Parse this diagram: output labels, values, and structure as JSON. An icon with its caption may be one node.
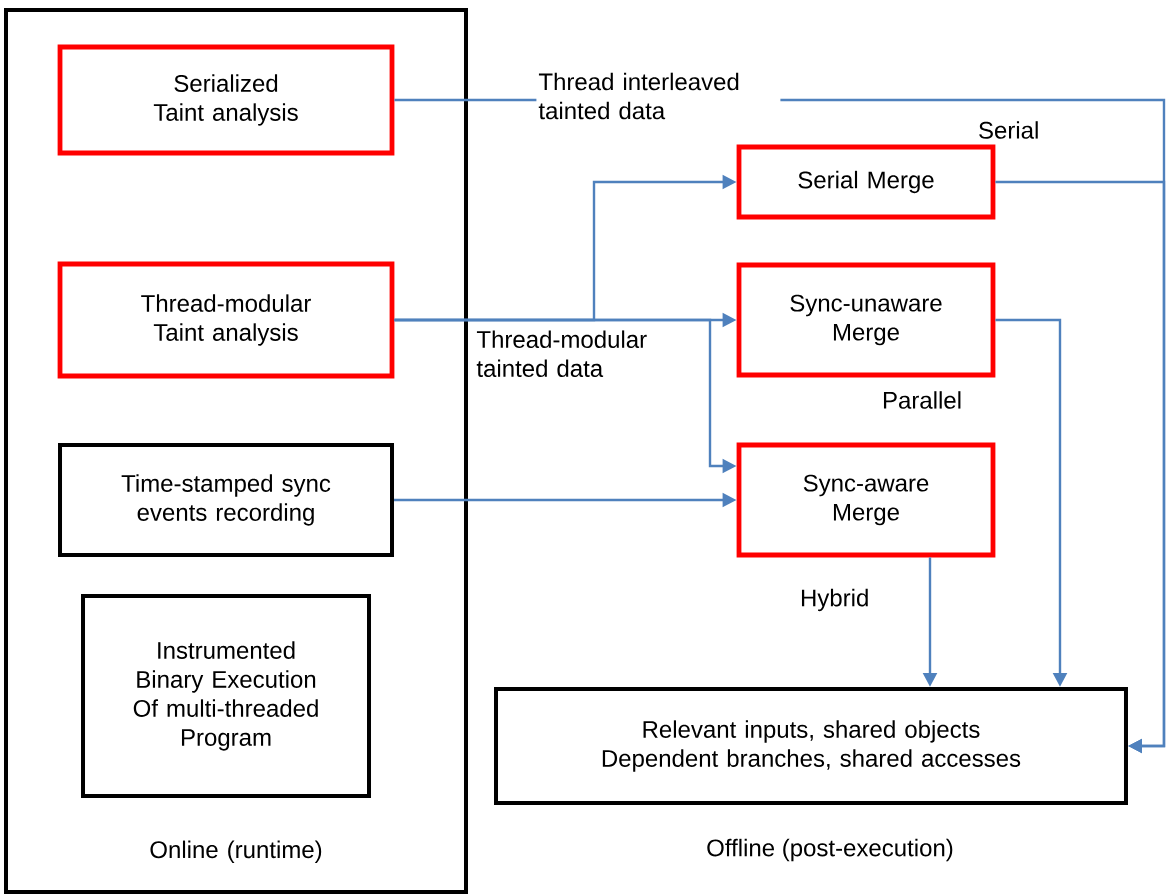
{
  "diagram": {
    "nodes": [
      {
        "text": [
          "Online (runtime)"
        ]
      },
      {
        "text": [
          "Serialized Taint analysis"
        ],
        "in": 0
      },
      {
        "text": [
          "Thread-modular Taint analysis"
        ],
        "in": 0
      },
      {
        "text": [
          "Time-stamped sync events recording"
        ],
        "in": 0
      },
      {
        "text": [
          "Instrumented Binary Execution Of multi-threaded Program"
        ],
        "in": 0
      },
      {
        "text": [
          "Serial Merge"
        ]
      },
      {
        "text": [
          "Sync-unaware Merge"
        ]
      },
      {
        "text": [
          "Sync-aware Merge"
        ]
      },
      {
        "text": [
          "Relevant inputs, shared objects Dependent branches, shared accesses"
        ]
      }
    ],
    "edges": [
      {
        "from": 1,
        "to": 8,
        "arrow": "to",
        "label": "Thread interleaved tainted data"
      },
      {
        "from": 5,
        "to": 8,
        "arrow": "to",
        "label": "Serial"
      },
      {
        "from": 2,
        "to": 5,
        "arrow": "to"
      },
      {
        "from": 2,
        "to": 6,
        "arrow": "to",
        "label": "Thread-modular tainted data"
      },
      {
        "from": 2,
        "to": 7,
        "arrow": "to"
      },
      {
        "from": 3,
        "to": 7,
        "arrow": "to"
      },
      {
        "from": 6,
        "to": 8,
        "arrow": "to",
        "label": "Parallel"
      },
      {
        "from": 7,
        "to": 8,
        "arrow": "to",
        "label": "Hybrid"
      }
    ],
    "labels": [
      "Offline (post-execution)"
    ]
  }
}
